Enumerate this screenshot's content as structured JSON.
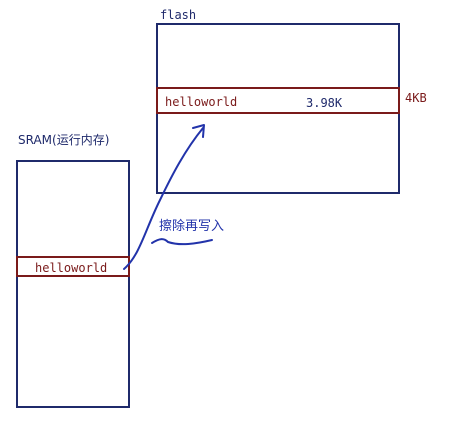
{
  "flash": {
    "title": "flash",
    "data_label": "helloworld",
    "size_label": "3.98K",
    "block_label": "4KB"
  },
  "sram": {
    "title": "SRAM(运行内存)",
    "data_label": "helloworld"
  },
  "annotation": {
    "text": "擦除再写入"
  },
  "colors": {
    "box_border": "#1f2a6b",
    "band_border": "#7a1a1a",
    "ink": "#2233aa"
  }
}
